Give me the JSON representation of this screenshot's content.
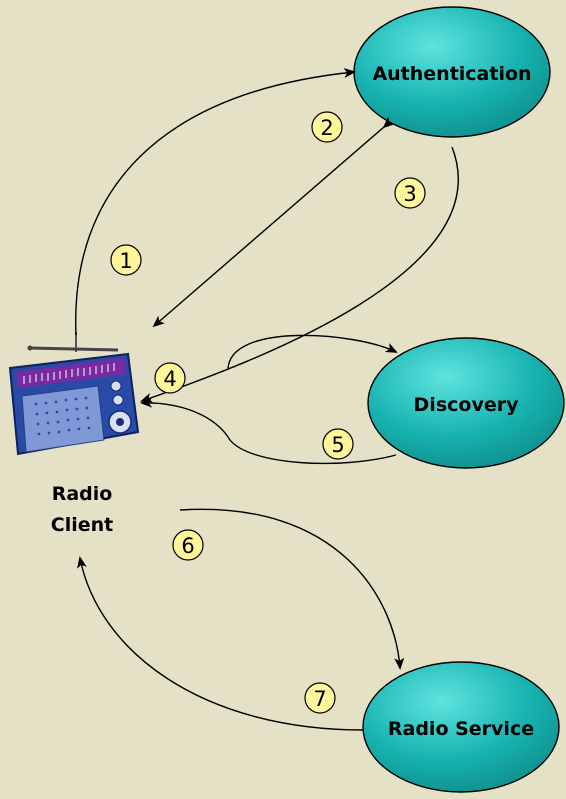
{
  "colors": {
    "background": "#e5e1c7",
    "node_fill": "#17b3b0",
    "node_highlight": "#5fe3df",
    "step_badge": "#fff59a",
    "radio_body": "#2a4aa8",
    "radio_dial": "#7a2aa0"
  },
  "nodes": {
    "authentication": "Authentication",
    "discovery": "Discovery",
    "radio_service": "Radio Service"
  },
  "client": {
    "line1": "Radio",
    "line2": "Client",
    "icon": "radio-icon"
  },
  "steps": [
    "1",
    "2",
    "3",
    "4",
    "5",
    "6",
    "7"
  ]
}
